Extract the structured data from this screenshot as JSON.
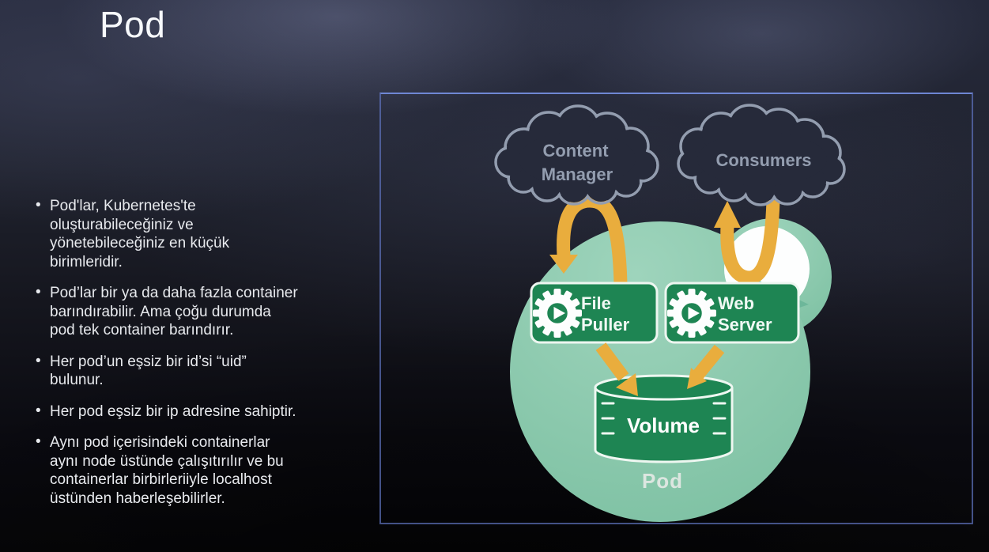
{
  "slide": {
    "title": "Pod",
    "bullets": [
      "Pod'lar, Kubernetes'te\noluşturabileceğiniz ve\nyönetebileceğiniz en küçük\nbirimleridir.",
      "Pod’lar bir ya da daha fazla container\nbarındırabilir. Ama çoğu durumda\npod tek container barındırır.",
      "Her pod’un eşsiz bir id’si “uid”\nbulunur.",
      "Her pod eşsiz bir ip adresine sahiptir.",
      "Aynı pod içerisindeki containerlar\naynı node üstünde çalışıtırılır ve bu\ncontainerlar birbirleriiyle localhost\nüstünden haberleşebilirler."
    ]
  },
  "diagram": {
    "clouds": {
      "content_manager": {
        "line1": "Content",
        "line2": "Manager"
      },
      "consumers": {
        "label": "Consumers"
      }
    },
    "containers": {
      "file_puller": {
        "line1": "File",
        "line2": "Puller"
      },
      "web_server": {
        "line1": "Web",
        "line2": "Server"
      }
    },
    "volume_label": "Volume",
    "pod_label": "Pod",
    "colors": {
      "container_green": "#1e8553",
      "pod_teal": "#8ac8ac",
      "arrow_yellow": "#e9ad3d",
      "cloud_gray": "#939daf",
      "cloud_fill": "#262a3a",
      "play_triangle_teal": "#6db79a",
      "panel_border_blue": "#5f73be"
    }
  }
}
